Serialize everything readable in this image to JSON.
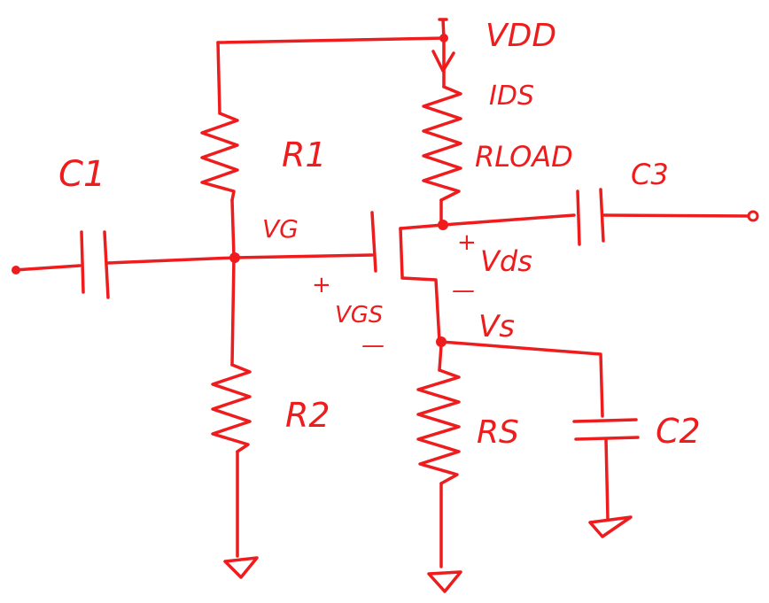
{
  "diagram": {
    "ink_color": "#ee1c1c",
    "background": "#ffffff",
    "labels": {
      "vdd": "VDD",
      "ids": "IDS",
      "r1": "R1",
      "rload": "RLOAD",
      "c1": "C1",
      "c3": "C3",
      "vg": "VG",
      "vds": "Vds",
      "vds_plus": "+",
      "vds_minus": "—",
      "vgs": "VGS",
      "vgs_plus": "+",
      "vgs_minus": "—",
      "vs": "Vs",
      "r2": "R2",
      "rs": "RS",
      "c2": "C2"
    }
  }
}
